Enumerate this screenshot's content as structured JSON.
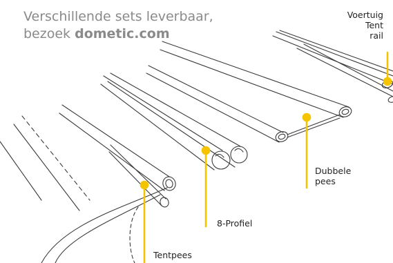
{
  "intro": {
    "line1": "Verschillende sets leverbaar,",
    "line2_prefix": "bezoek ",
    "line2_brand": "dometic.com"
  },
  "labels": {
    "voertuig": "Voertuig",
    "tent": "Tent",
    "rail": "rail",
    "dubbele": "Dubbele",
    "pees": "pees",
    "acht_profiel": "8-Profiel",
    "tentpees": "Tentpees"
  },
  "colors": {
    "accent": "#f5c400",
    "stroke": "#3a3a3a",
    "intro_text": "#8a8a8a"
  }
}
